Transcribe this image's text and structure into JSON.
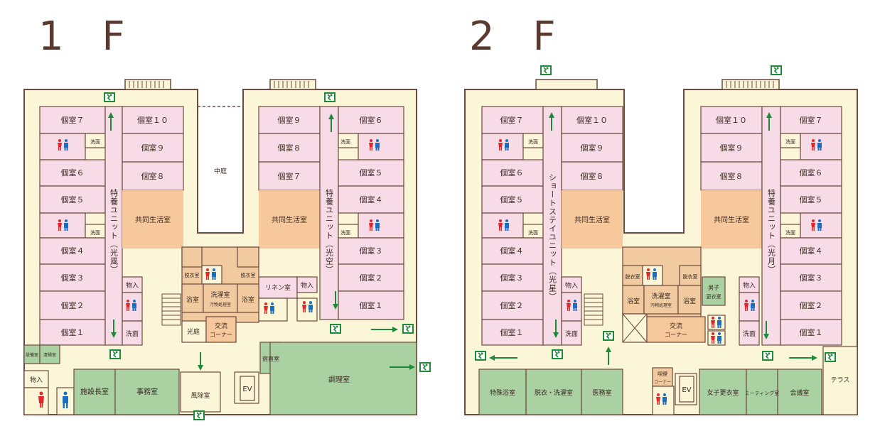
{
  "floors": {
    "f1": {
      "title": "1 F",
      "west_unit": "特養ユニット（光風）",
      "east_unit": "特養ユニット（光空）",
      "courtyard": "中庭",
      "rooms": {
        "w_r7": "個室７",
        "w_r10": "個室１０",
        "w_r9": "個室９",
        "w_r8": "個室８",
        "w_r6": "個室６",
        "w_r5": "個室５",
        "w_r4": "個室４",
        "w_r3": "個室３",
        "w_r2": "個室２",
        "w_r1": "個室１",
        "w_common": "共同生活室",
        "w_wash1": "洗面",
        "w_wash2": "洗面",
        "w_storage": "物入",
        "w_wash3": "洗面",
        "e_r9": "個室９",
        "e_r6": "個室６",
        "e_r8": "個室８",
        "e_r7": "個室７",
        "e_r5": "個室５",
        "e_r4": "個室４",
        "e_r3": "個室３",
        "e_r2": "個室２",
        "e_r1": "個室１",
        "e_common": "共同生活室",
        "e_wash1": "洗面",
        "e_wash2": "洗面",
        "e_linen": "リネン室",
        "e_storage": "物入",
        "dress1": "脱衣室",
        "dress2": "脱衣室",
        "bath1": "浴室",
        "bath2": "浴室",
        "laundry": "洗濯室",
        "laundry_sub": "汚物処理室",
        "lightwell": "光庭",
        "lounge1": "交流",
        "lounge2": "コーナー",
        "equip": "設備室",
        "cleaning": "清掃室",
        "storage2": "物入",
        "director": "施設長室",
        "office": "事務室",
        "windbreak": "風除室",
        "ev": "EV",
        "duty": "宿直室",
        "kitchen": "調理室"
      }
    },
    "f2": {
      "title": "2 F",
      "west_unit": "ショートステイユニット（光星）",
      "east_unit": "特養ユニット（光月）",
      "rooms": {
        "w_r7": "個室７",
        "w_r10": "個室１０",
        "w_r9": "個室９",
        "w_r8": "個室８",
        "w_r6": "個室６",
        "w_r5": "個室５",
        "w_r4": "個室４",
        "w_r3": "個室３",
        "w_r2": "個室２",
        "w_r1": "個室１",
        "w_common": "共同生活室",
        "w_wash1": "洗面",
        "w_wash2": "洗面",
        "w_storage": "物入",
        "w_wash3": "洗面",
        "e_r10": "個室１０",
        "e_r7": "個室７",
        "e_r9": "個室９",
        "e_r8": "個室８",
        "e_r6": "個室６",
        "e_r5": "個室５",
        "e_r4": "個室４",
        "e_r3": "個室３",
        "e_r2": "個室２",
        "e_r1": "個室１",
        "e_common": "共同生活室",
        "e_wash1": "洗面",
        "e_wash2": "洗面",
        "e_storage": "物入",
        "e_wash3": "洗面",
        "dress1": "脱衣室",
        "dress2": "脱衣室",
        "bath1": "浴室",
        "bath2": "浴室",
        "laundry": "洗濯室",
        "laundry_sub": "汚物処理室",
        "lounge1": "交流",
        "lounge2": "コーナー",
        "men_dress1": "男子",
        "men_dress2": "更衣室",
        "special_bath": "特殊浴室",
        "dress_wash": "脱衣・洗濯室",
        "medical": "医務室",
        "rest1": "喫煙",
        "rest2": "コーナー",
        "ev": "EV",
        "women_dress": "女子更衣室",
        "meeting": "ミーティング室",
        "conference": "会議室",
        "terrace": "テラス"
      }
    }
  },
  "colors": {
    "outer": "#fbf6d8",
    "room": "#f7dbe6",
    "common": "#f6c89c",
    "service": "#f2caa0",
    "green": "#a9d1a2",
    "wall": "#6e4a3e",
    "exit_green": "#1f8a3a",
    "male": "#1a6fc0",
    "female": "#e0282a"
  }
}
